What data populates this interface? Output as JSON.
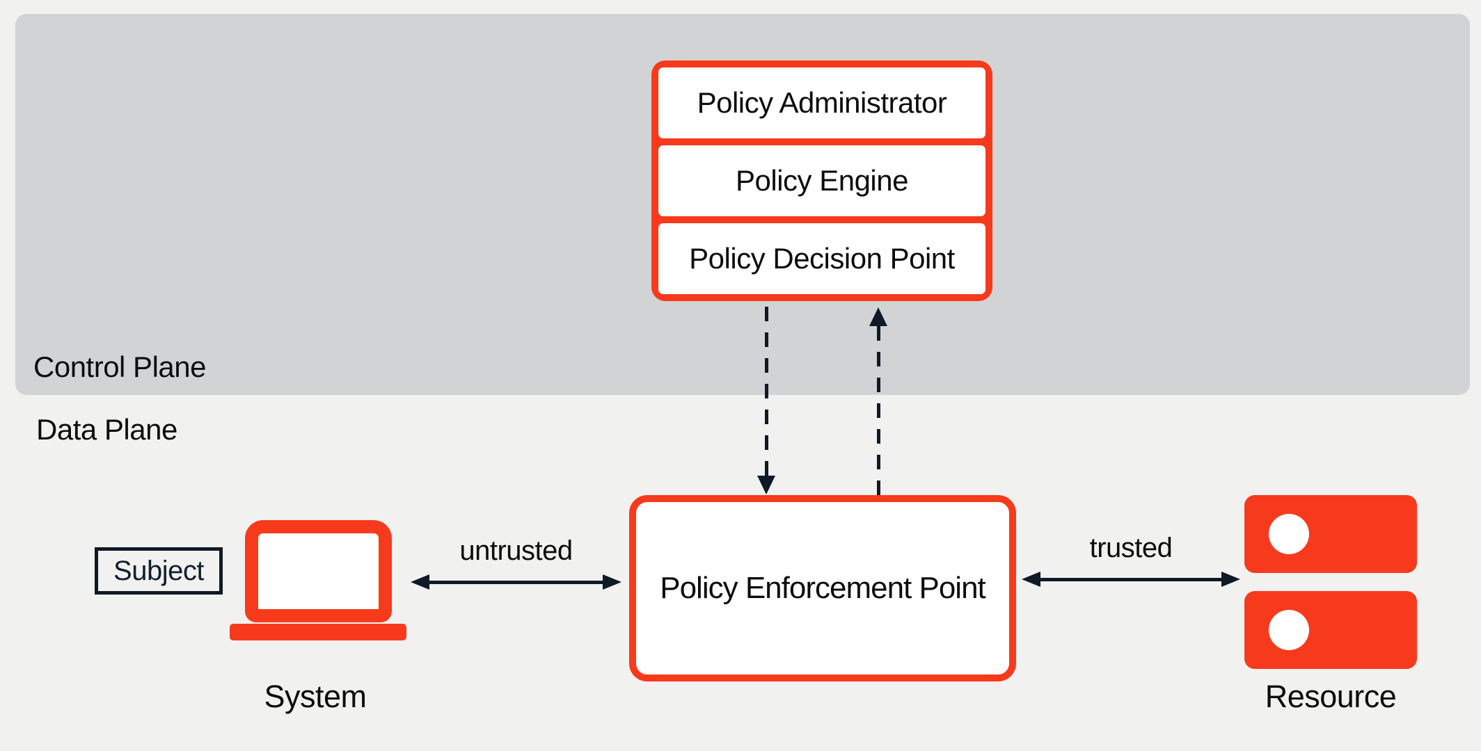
{
  "colors": {
    "accent_red": "#f73a1c",
    "arrow_navy": "#0e1a26",
    "control_plane_bg": "#d2d3d4",
    "page_bg": "#f1f1f0"
  },
  "planes": {
    "control_label": "Control Plane",
    "data_label": "Data Plane"
  },
  "policy_stack": {
    "items": [
      {
        "label": "Policy Administrator"
      },
      {
        "label": "Policy Engine"
      },
      {
        "label": "Policy Decision Point"
      }
    ]
  },
  "pep": {
    "label": "Policy Enforcement Point"
  },
  "subject": {
    "label": "Subject"
  },
  "system": {
    "label": "System"
  },
  "resource": {
    "label": "Resource"
  },
  "links": {
    "untrusted_label": "untrusted",
    "trusted_label": "trusted"
  }
}
